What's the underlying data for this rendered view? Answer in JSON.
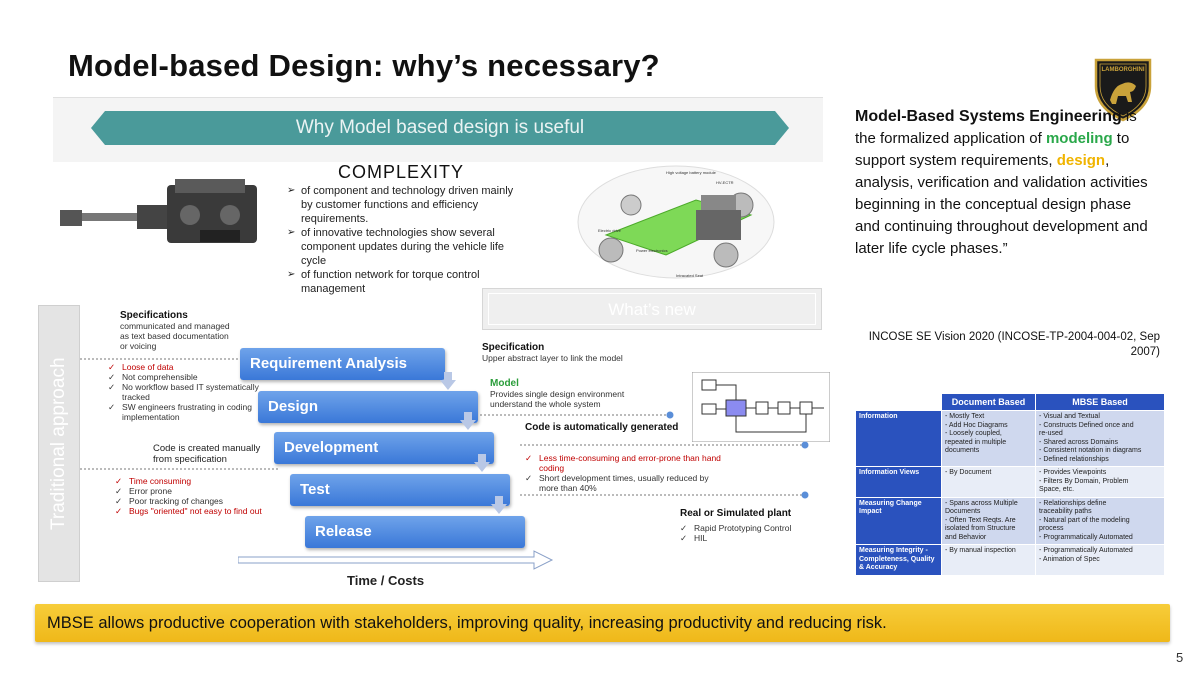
{
  "title": "Model-based Design: why’s necessary?",
  "logo_text": "LAMBORGHINI",
  "infographic": {
    "banner": "Why Model based design is useful",
    "complexity_title": "COMPLEXITY",
    "complexity_items": [
      "of component and technology driven mainly by customer functions and efficiency requirements.",
      "of innovative technologies show several component updates during the vehicle life cycle",
      "of function network for torque control management"
    ],
    "car_labels": [
      "High voltage battery module",
      "HV-ECTR",
      "Electric drive",
      "Power electronics",
      "Intracated Seat"
    ],
    "whats_new": "What’s new",
    "traditional_approach": "Traditional approach",
    "spec_title": "Specifications",
    "spec_text": "communicated and managed as text based documentation or voicing",
    "loose_items": [
      {
        "text": "Loose of data",
        "color": "red"
      },
      {
        "text": "Not comprehensible",
        "color": "normal"
      },
      {
        "text": "No workflow based IT systematically tracked",
        "color": "normal"
      },
      {
        "text": "SW engineers frustrating in coding implementation",
        "color": "normal"
      }
    ],
    "code_manual": "Code is created manually from specification",
    "time_items": [
      {
        "text": "Time consuming",
        "color": "red"
      },
      {
        "text": "Error prone",
        "color": "normal"
      },
      {
        "text": "Poor tracking of changes",
        "color": "normal"
      },
      {
        "text": "Bugs \"oriented\" not easy to find out",
        "color": "normal"
      }
    ],
    "steps": [
      "Requirement Analysis",
      "Design",
      "Development",
      "Test",
      "Release"
    ],
    "spec_right_title": "Specification",
    "spec_right_text": "Upper abstract layer to link the model",
    "model_title": "Model",
    "model_text": "Provides single design environment understand the whole system",
    "code_auto": "Code is automatically generated",
    "code_items": [
      {
        "text": "Less time-consuming and error-prone than hand coding",
        "color": "red"
      },
      {
        "text": "Short development times, usually reduced by more than 40%",
        "color": "normal"
      }
    ],
    "real_plant": "Real or Simulated plant",
    "rp_items": [
      "Rapid Prototyping Control",
      "HIL"
    ],
    "time_costs": "Time / Costs"
  },
  "definition": {
    "heading": "Model-Based Systems Engineering",
    "p1": " is the formalized application of ",
    "w_modeling": "modeling",
    "p2": " to support system requirements, ",
    "w_design": "design",
    "p3": ", analysis, verification and validation activities beginning in the conceptual design phase and continuing throughout development and later life cycle phases.”"
  },
  "incose": "INCOSE SE Vision 2020 (INCOSE-TP-2004-004-02, Sep 2007)",
  "table": {
    "headers": [
      "",
      "Document Based",
      "MBSE Based"
    ],
    "rows": [
      {
        "label": "Information",
        "doc": [
          "- Mostly Text",
          "- Add Hoc Diagrams",
          "- Loosely coupled,",
          "  repeated in multiple",
          "  documents"
        ],
        "mbse": [
          "- Visual and Textual",
          "- Constructs Defined once and",
          "  re-used",
          "- Shared across Domains",
          "- Consistent notation in diagrams",
          "- Defined relationships"
        ]
      },
      {
        "label": "Information Views",
        "doc": [
          "- By Document"
        ],
        "mbse": [
          "- Provides Viewpoints",
          "- Filters By Domain, Problem",
          "  Space, etc."
        ]
      },
      {
        "label": "Measuring Change Impact",
        "doc": [
          "- Spans across Multiple",
          "  Documents",
          "- Often Text Reqts. Are",
          "  isolated from Structure",
          "  and Behavior"
        ],
        "mbse": [
          "- Relationships define",
          "  traceability paths",
          "- Natural part of the modeling",
          "  process",
          "- Programmatically Automated"
        ]
      },
      {
        "label": "Measuring Integrity - Completeness, Quality & Accuracy",
        "doc": [
          "- By manual inspection"
        ],
        "mbse": [
          "- Programmatically Automated",
          "- Animation of Spec"
        ]
      }
    ]
  },
  "bottom_bar": "MBSE allows productive cooperation with stakeholders, improving quality, increasing productivity and reducing risk.",
  "page_number": "5",
  "colors": {
    "banner": "#4a9a9a",
    "step_blue": "#3a78d8",
    "table_header": "#2a52be",
    "bottom_bar": "#f2c12e",
    "modeling_green": "#2aa84a",
    "design_yellow": "#f0b400"
  }
}
